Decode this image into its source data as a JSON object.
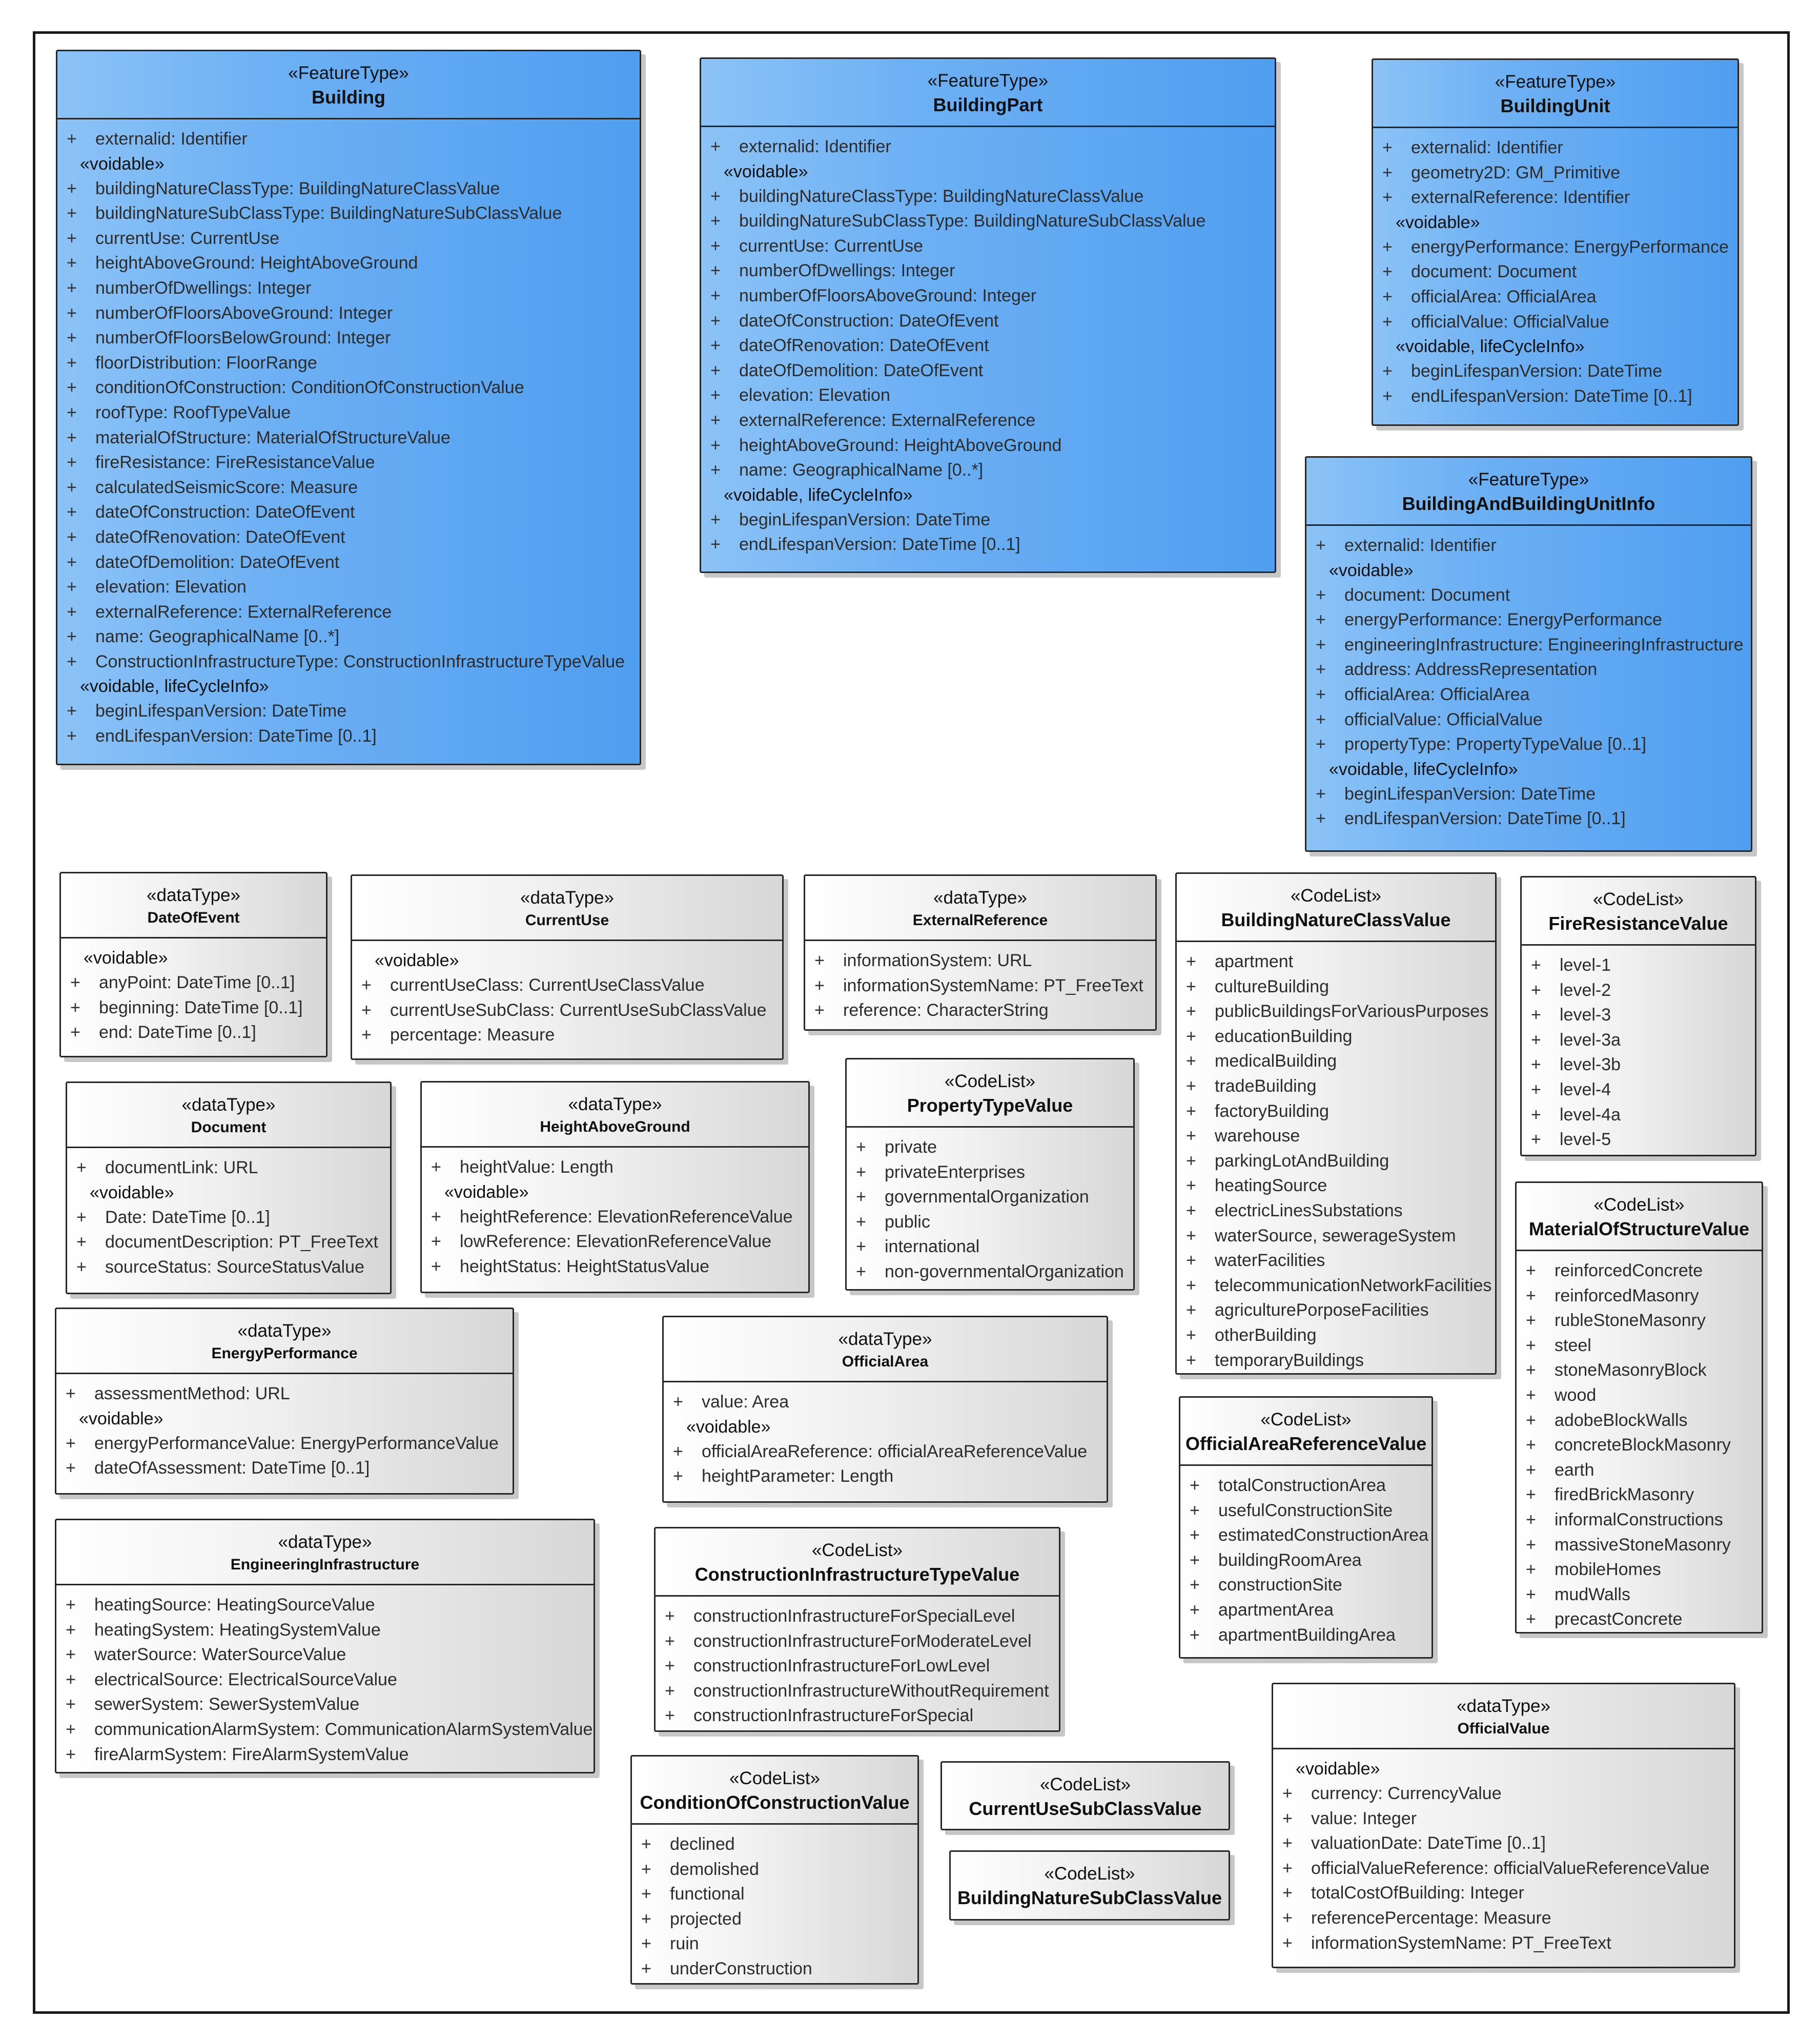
{
  "classes": {
    "building": {
      "stereotype": "«FeatureType»",
      "name": "Building",
      "sections": [
        {
          "attrs": [
            "externalid: Identifier"
          ]
        },
        {
          "label": "«voidable»",
          "attrs": [
            "buildingNatureClassType: BuildingNatureClassValue",
            "buildingNatureSubClassType: BuildingNatureSubClassValue",
            "currentUse: CurrentUse",
            "heightAboveGround: HeightAboveGround",
            "numberOfDwellings: Integer",
            "numberOfFloorsAboveGround: Integer",
            "numberOfFloorsBelowGround: Integer",
            "floorDistribution: FloorRange",
            "conditionOfConstruction: ConditionOfConstructionValue",
            "roofType: RoofTypeValue",
            "materialOfStructure: MaterialOfStructureValue",
            "fireResistance: FireResistanceValue",
            "calculatedSeismicScore: Measure",
            "dateOfConstruction: DateOfEvent",
            "dateOfRenovation: DateOfEvent",
            "dateOfDemolition: DateOfEvent",
            "elevation: Elevation",
            "externalReference: ExternalReference",
            "name: GeographicalName [0..*]",
            "ConstructionInfrastructureType: ConstructionInfrastructureTypeValue"
          ]
        },
        {
          "label": "«voidable, lifeCycleInfo»",
          "attrs": [
            "beginLifespanVersion: DateTime",
            "endLifespanVersion: DateTime [0..1]"
          ]
        }
      ]
    },
    "buildingPart": {
      "stereotype": "«FeatureType»",
      "name": "BuildingPart",
      "sections": [
        {
          "attrs": [
            "externalid: Identifier"
          ]
        },
        {
          "label": "«voidable»",
          "attrs": [
            "buildingNatureClassType: BuildingNatureClassValue",
            "buildingNatureSubClassType: BuildingNatureSubClassValue",
            "currentUse: CurrentUse",
            "numberOfDwellings: Integer",
            "numberOfFloorsAboveGround: Integer",
            "dateOfConstruction: DateOfEvent",
            "dateOfRenovation: DateOfEvent",
            "dateOfDemolition: DateOfEvent",
            "elevation: Elevation",
            "externalReference: ExternalReference",
            "heightAboveGround: HeightAboveGround",
            "name: GeographicalName [0..*]"
          ]
        },
        {
          "label": "«voidable, lifeCycleInfo»",
          "attrs": [
            "beginLifespanVersion: DateTime",
            "endLifespanVersion: DateTime [0..1]"
          ]
        }
      ]
    },
    "buildingUnit": {
      "stereotype": "«FeatureType»",
      "name": "BuildingUnit",
      "sections": [
        {
          "attrs": [
            "externalid: Identifier",
            "geometry2D: GM_Primitive",
            "externalReference: Identifier"
          ]
        },
        {
          "label": "«voidable»",
          "attrs": [
            "energyPerformance: EnergyPerformance",
            "document: Document",
            "officialArea: OfficialArea",
            "officialValue: OfficialValue"
          ]
        },
        {
          "label": "«voidable, lifeCycleInfo»",
          "attrs": [
            "beginLifespanVersion: DateTime",
            "endLifespanVersion: DateTime [0..1]"
          ]
        }
      ]
    },
    "buildingAndBuildingUnitInfo": {
      "stereotype": "«FeatureType»",
      "name": "BuildingAndBuildingUnitInfo",
      "sections": [
        {
          "attrs": [
            "externalid: Identifier"
          ]
        },
        {
          "label": "«voidable»",
          "attrs": [
            "document: Document",
            "energyPerformance: EnergyPerformance",
            "engineeringInfrastructure: EngineeringInfrastructure",
            "address: AddressRepresentation",
            "officialArea: OfficialArea",
            "officialValue: OfficialValue",
            "propertyType: PropertyTypeValue [0..1]"
          ]
        },
        {
          "label": "«voidable, lifeCycleInfo»",
          "attrs": [
            "beginLifespanVersion: DateTime",
            "endLifespanVersion: DateTime [0..1]"
          ]
        }
      ]
    },
    "dateOfEvent": {
      "stereotype": "«dataType»",
      "name": "DateOfEvent",
      "sections": [
        {
          "label": "«voidable»",
          "attrs": [
            "anyPoint: DateTime [0..1]",
            "beginning: DateTime [0..1]",
            "end: DateTime [0..1]"
          ]
        }
      ]
    },
    "currentUse": {
      "stereotype": "«dataType»",
      "name": "CurrentUse",
      "sections": [
        {
          "label": "«voidable»",
          "attrs": [
            "currentUseClass: CurrentUseClassValue",
            "currentUseSubClass: CurrentUseSubClassValue",
            "percentage: Measure"
          ]
        }
      ]
    },
    "externalReference": {
      "stereotype": "«dataType»",
      "name": "ExternalReference",
      "sections": [
        {
          "attrs": [
            "informationSystem: URL",
            "informationSystemName: PT_FreeText",
            "reference: CharacterString"
          ]
        }
      ]
    },
    "buildingNatureClassValue": {
      "stereotype": "«CodeList»",
      "name": "BuildingNatureClassValue",
      "sections": [
        {
          "attrs": [
            "apartment",
            "cultureBuilding",
            "publicBuildingsForVariousPurposes",
            "educationBuilding",
            "medicalBuilding",
            "tradeBuilding",
            "factoryBuilding",
            "warehouse",
            "parkingLotAndBuilding",
            "heatingSource",
            "electricLinesSubstations",
            "waterSource, sewerageSystem",
            "waterFacilities",
            "telecommunicationNetworkFacilities",
            "agriculturePorposeFacilities",
            "otherBuilding",
            "temporaryBuildings"
          ]
        }
      ]
    },
    "fireResistanceValue": {
      "stereotype": "«CodeList»",
      "name": "FireResistanceValue",
      "sections": [
        {
          "attrs": [
            "level-1",
            "level-2",
            "level-3",
            "level-3a",
            "level-3b",
            "level-4",
            "level-4a",
            "level-5"
          ]
        }
      ]
    },
    "document": {
      "stereotype": "«dataType»",
      "name": "Document",
      "sections": [
        {
          "attrs": [
            "documentLink: URL"
          ]
        },
        {
          "label": "«voidable»",
          "attrs": [
            "Date: DateTime [0..1]",
            "documentDescription: PT_FreeText",
            "sourceStatus: SourceStatusValue"
          ]
        }
      ]
    },
    "heightAboveGround": {
      "stereotype": "«dataType»",
      "name": "HeightAboveGround",
      "sections": [
        {
          "attrs": [
            "heightValue: Length"
          ]
        },
        {
          "label": "«voidable»",
          "attrs": [
            "heightReference: ElevationReferenceValue",
            "lowReference: ElevationReferenceValue",
            "heightStatus: HeightStatusValue"
          ]
        }
      ]
    },
    "propertyTypeValue": {
      "stereotype": "«CodeList»",
      "name": "PropertyTypeValue",
      "sections": [
        {
          "attrs": [
            "private",
            "privateEnterprises",
            "governmentalOrganization",
            "public",
            "international",
            "non-governmentalOrganization"
          ]
        }
      ]
    },
    "materialOfStructureValue": {
      "stereotype": "«CodeList»",
      "name": "MaterialOfStructureValue",
      "sections": [
        {
          "attrs": [
            "reinforcedConcrete",
            "reinforcedMasonry",
            "rubleStoneMasonry",
            "steel",
            "stoneMasonryBlock",
            "wood",
            "adobeBlockWalls",
            "concreteBlockMasonry",
            "earth",
            "firedBrickMasonry",
            "informalConstructions",
            "massiveStoneMasonry",
            "mobileHomes",
            "mudWalls",
            "precastConcrete"
          ]
        }
      ]
    },
    "energyPerformance": {
      "stereotype": "«dataType»",
      "name": "EnergyPerformance",
      "sections": [
        {
          "attrs": [
            "assessmentMethod: URL"
          ]
        },
        {
          "label": "«voidable»",
          "attrs": [
            "energyPerformanceValue: EnergyPerformanceValue",
            "dateOfAssessment: DateTime [0..1]"
          ]
        }
      ]
    },
    "officialArea": {
      "stereotype": "«dataType»",
      "name": "OfficialArea",
      "sections": [
        {
          "attrs": [
            "value: Area"
          ]
        },
        {
          "label": "«voidable»",
          "attrs": [
            "officialAreaReference: officialAreaReferenceValue",
            "heightParameter: Length"
          ]
        }
      ]
    },
    "officialAreaReferenceValue": {
      "stereotype": "«CodeList»",
      "name": "OfficialAreaReferenceValue",
      "sections": [
        {
          "attrs": [
            "totalConstructionArea",
            "usefulConstructionSite",
            "estimatedConstructionArea",
            "buildingRoomArea",
            "constructionSite",
            "apartmentArea",
            "apartmentBuildingArea"
          ]
        }
      ]
    },
    "engineeringInfrastructure": {
      "stereotype": "«dataType»",
      "name": "EngineeringInfrastructure",
      "sections": [
        {
          "attrs": [
            "heatingSource: HeatingSourceValue",
            "heatingSystem: HeatingSystemValue",
            "waterSource: WaterSourceValue",
            "electricalSource: ElectricalSourceValue",
            "sewerSystem: SewerSystemValue",
            "communicationAlarmSystem: CommunicationAlarmSystemValue",
            "fireAlarmSystem: FireAlarmSystemValue"
          ]
        }
      ]
    },
    "constructionInfrastructureTypeValue": {
      "stereotype": "«CodeList»",
      "name": "ConstructionInfrastructureTypeValue",
      "sections": [
        {
          "attrs": [
            "constructionInfrastructureForSpecialLevel",
            "constructionInfrastructureForModerateLevel",
            "constructionInfrastructureForLowLevel",
            "constructionInfrastructureWithoutRequirement",
            "constructionInfrastructureForSpecial"
          ]
        }
      ]
    },
    "officialValue": {
      "stereotype": "«dataType»",
      "name": "OfficialValue",
      "sections": [
        {
          "label": "«voidable»",
          "attrs": [
            "currency: CurrencyValue",
            "value: Integer",
            "valuationDate: DateTime [0..1]",
            "officialValueReference: officialValueReferenceValue",
            "totalCostOfBuilding: Integer",
            "referencePercentage: Measure",
            "informationSystemName: PT_FreeText"
          ]
        }
      ]
    },
    "conditionOfConstructionValue": {
      "stereotype": "«CodeList»",
      "name": "ConditionOfConstructionValue",
      "sections": [
        {
          "attrs": [
            "declined",
            "demolished",
            "functional",
            "projected",
            "ruin",
            "underConstruction"
          ]
        }
      ]
    },
    "currentUseSubClassValue": {
      "stereotype": "«CodeList»",
      "name": "CurrentUseSubClassValue",
      "sections": []
    },
    "buildingNatureSubClassValue": {
      "stereotype": "«CodeList»",
      "name": "BuildingNatureSubClassValue",
      "sections": []
    }
  }
}
